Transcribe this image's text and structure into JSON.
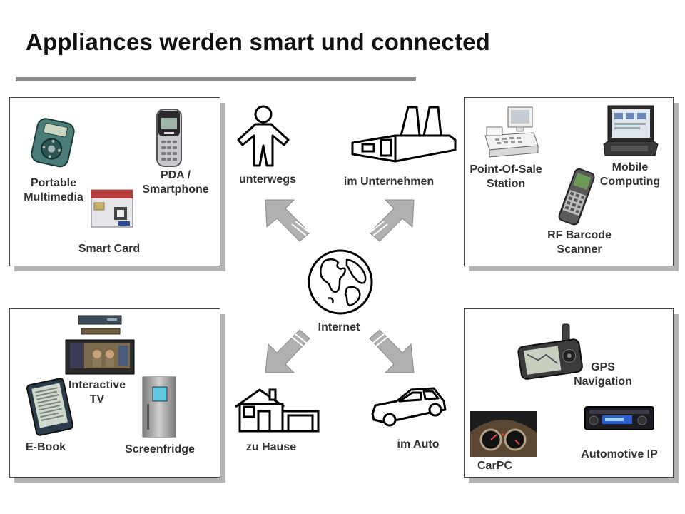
{
  "title": "Appliances werden smart und connected",
  "center_label": "Internet",
  "contexts": {
    "mobile": "unterwegs",
    "enterprise": "im Unternehmen",
    "home": "zu Hause",
    "car": "im Auto"
  },
  "panels": {
    "top_left": {
      "items": {
        "portable_multimedia": "Portable\nMultimedia",
        "pda": "PDA /\nSmartphone",
        "smart_card": "Smart Card"
      }
    },
    "top_right": {
      "items": {
        "pos": "Point-Of-Sale\nStation",
        "mobile_computing": "Mobile\nComputing",
        "rf_barcode": "RF Barcode\nScanner"
      }
    },
    "bottom_left": {
      "items": {
        "interactive_tv": "Interactive\nTV",
        "ebook": "E-Book",
        "screenfridge": "Screenfridge"
      }
    },
    "bottom_right": {
      "items": {
        "gps": "GPS\nNavigation",
        "carpc": "CarPC",
        "automotive_ip": "Automotive IP"
      }
    }
  },
  "colors": {
    "panel_shadow": "#b3b3b3",
    "arrow": "#b0b0b0",
    "rule": "#8c8c8c"
  }
}
